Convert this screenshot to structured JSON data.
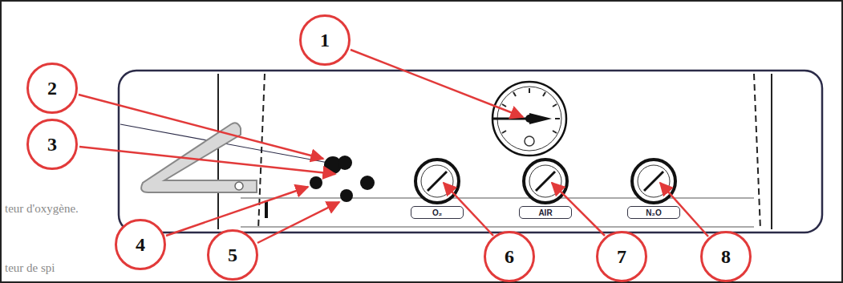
{
  "diagram": {
    "nodes": [
      {
        "text": [
          "1"
        ]
      },
      {
        "text": [
          "2"
        ]
      },
      {
        "text": [
          "3"
        ]
      },
      {
        "text": [
          "4"
        ]
      },
      {
        "text": [
          "5"
        ]
      },
      {
        "text": [
          "6"
        ]
      },
      {
        "text": [
          "7"
        ]
      },
      {
        "text": [
          "8"
        ]
      },
      {
        "text": [
          "O₂"
        ]
      },
      {
        "text": [
          "AIR"
        ]
      },
      {
        "text": [
          "N₂O"
        ]
      }
    ],
    "labels": [
      "teur d'oxygène.",
      "teur de spi"
    ]
  }
}
